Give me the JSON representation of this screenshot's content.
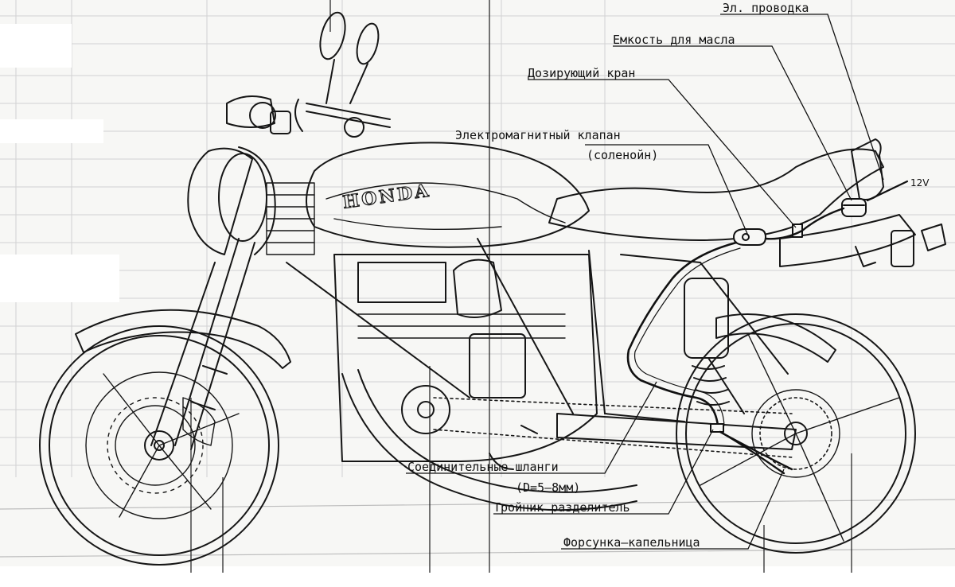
{
  "diagram": {
    "brand": "HONDA",
    "voltage": "12V",
    "callouts": [
      {
        "id": "wiring",
        "text": "Эл. проводка"
      },
      {
        "id": "oil-tank",
        "text": "Емкость для масла"
      },
      {
        "id": "dosing-valve",
        "text": "Дозирующий кран"
      },
      {
        "id": "solenoid-1",
        "text": "Электромагнитный клапан"
      },
      {
        "id": "solenoid-2",
        "text": "(соленойн)"
      },
      {
        "id": "hoses-1",
        "text": "Соединительные шланги"
      },
      {
        "id": "hoses-2",
        "text": "(D=5–8мм)"
      },
      {
        "id": "tee",
        "text": "Тройник разделитель"
      },
      {
        "id": "dripper",
        "text": "Форсунка–капельница"
      }
    ]
  }
}
